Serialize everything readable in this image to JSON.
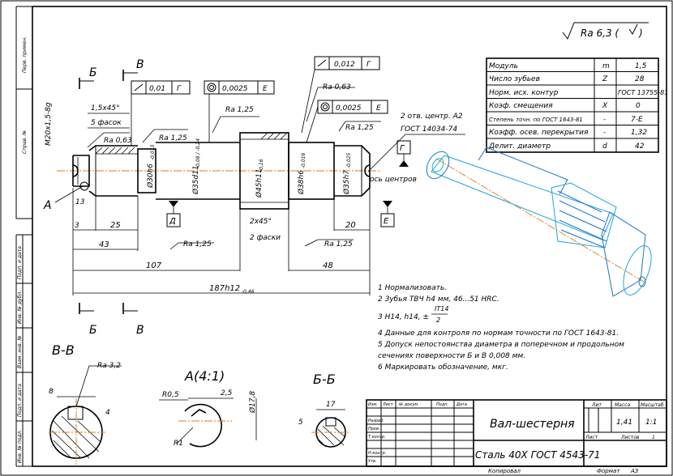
{
  "roughness": {
    "value": "Ra 6,3 (",
    "suffix": ")"
  },
  "sections": {
    "b_left": "Б",
    "v_left": "В",
    "b_bottom": "Б",
    "v_bottom": "В",
    "a_label": "А"
  },
  "tolerances": {
    "t1": {
      "val": "0,01",
      "base": "Г"
    },
    "t2": {
      "val": "0,0025",
      "base": "Е"
    },
    "t3": {
      "val": "0,012",
      "base": "Г"
    },
    "t4": {
      "val": "0,0025",
      "base": "Е"
    }
  },
  "rough_marks": {
    "r063a": "Ra 0,63",
    "r125a": "Ra 1,25",
    "r125b": "Ra 1,25",
    "r063b": "Ra 0,63",
    "r125c": "Ra 1,25",
    "r125d": "Ra 1,25",
    "r125e": "Ra 1,25",
    "r32": "Ra 3,2"
  },
  "dims": {
    "thread": "M20x1,5-8g",
    "ch15": "1,5x45°",
    "ch5": "5 фасок",
    "d30": "Ø30h6",
    "d30t": "-0,013",
    "d35": "Ø35d11",
    "d35t": "-0,08 / -0,24",
    "d45": "Ø45h11",
    "d45t": "-0,16",
    "d38": "Ø38h6",
    "d38t": "-0,016",
    "d35b": "Ø35h7",
    "d35bt": "-0,025",
    "d13": "13",
    "d3": "3",
    "d25": "25",
    "d43": "43",
    "d107": "107",
    "d48": "48",
    "d20": "20",
    "d2x45": "2x45°",
    "chamfers2": "2 фаски",
    "total": "187h12",
    "total_t": "-0,46"
  },
  "datums": {
    "d": "Д",
    "g": "Г",
    "e": "Е"
  },
  "centers": {
    "line1": "2 отв. центр. А2",
    "line2": "ГОСТ 14034-74",
    "axis": "ось центров"
  },
  "spec_table": [
    {
      "name": "Модуль",
      "sym": "m",
      "val": "1,5"
    },
    {
      "name": "Число зубьев",
      "sym": "Z",
      "val": "28"
    },
    {
      "name": "Норм. исх. контур",
      "sym": "",
      "val": "ГОСТ 13755-81"
    },
    {
      "name": "Коэф. смещения",
      "sym": "X",
      "val": "0"
    },
    {
      "name": "Степень точн. по ГОСТ 1643-81",
      "sym": "-",
      "val": "7-Е"
    },
    {
      "name": "Коэфф. осев. перекрытия",
      "sym": "-",
      "val": "1,32"
    },
    {
      "name": "Делит. диаметр",
      "sym": "d",
      "val": "42"
    }
  ],
  "notes": [
    "1 Нормализовать.",
    "2 Зубья ТВЧ h4 мм, 46...51 HRC.",
    "3 H14, h14, ±",
    "4 Данные для контроля по нормам точности по ГОСТ 1643-81.",
    "5 Допуск непостоянства диаметра в поперечном и продольном",
    "сечениях поверхности Б и В 0,008 мм.",
    "6 Маркировать обозначение, мкг."
  ],
  "it_frac": {
    "num": "IT14",
    "den": "2"
  },
  "views": {
    "vv": "В-В",
    "vv_b": "8",
    "vv_h": "4",
    "a41": "А(4:1)",
    "a_r05": "R0,5",
    "a_25": "2,5",
    "a_r1": "R1",
    "a_d178": "Ø17,8",
    "bb": "Б-Б",
    "bb_17": "17",
    "bb_5": "5"
  },
  "title_block": {
    "name": "Вал-шестерня",
    "material": "Сталь 40Х  ГОСТ 4543-71",
    "lit": "Лит",
    "mass": "Масса",
    "scale": "Масштаб",
    "mass_val": "1,41",
    "scale_val": "1:1",
    "sheet": "Лист",
    "sheets": "Листов",
    "sheets_val": "1",
    "rows": [
      "Изм.",
      "Лист",
      "№ докум.",
      "Подп.",
      "Дата"
    ],
    "roles": [
      "Разраб.",
      "Пров.",
      "Т.контр.",
      "",
      "Н.контр.",
      "Утв."
    ],
    "copied": "Копировал",
    "format": "Формат",
    "format_val": "А3"
  },
  "margin_labels": [
    "Перв. примен.",
    "Справ. №",
    "Подп. и дата",
    "Инв. № дубл.",
    "Взам. инв. №",
    "Подп. и дата",
    "Инв. № подл."
  ]
}
